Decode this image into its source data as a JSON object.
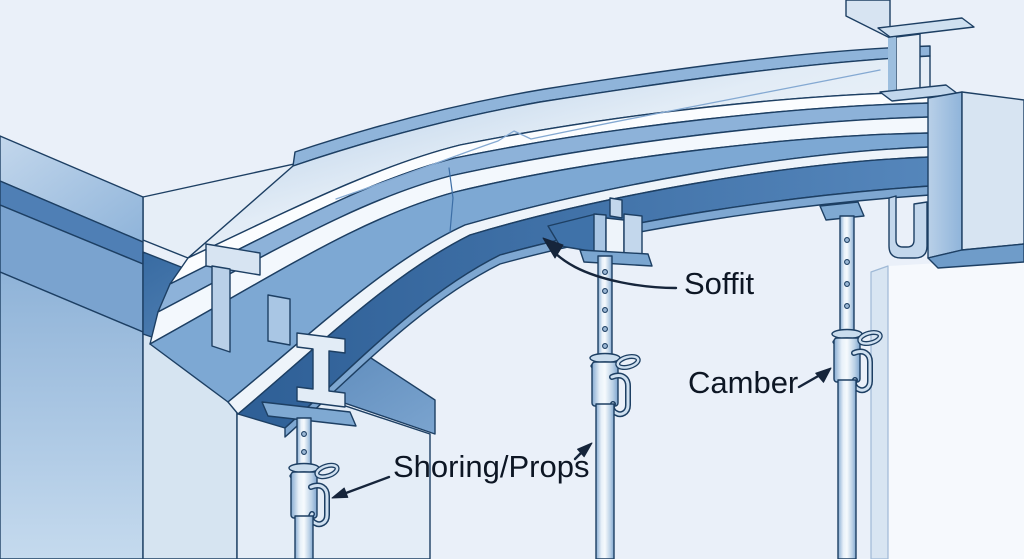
{
  "diagram": {
    "type": "construction-formwork-illustration",
    "labels": {
      "soffit": "Soffit",
      "camber": "Camber",
      "shoring_props": "Shoring/Props"
    },
    "palette": {
      "background": "#eaf0f9",
      "outline": "#1d3f63",
      "arrow": "#16253b",
      "text": "#0d1624",
      "dark_beam": "#2e5f96",
      "medium_blue": "#8fb4da",
      "light_blue_band": "#c6d9ec",
      "white_surface": "#fbfdff",
      "wall_blue": "#9dbedf",
      "prop_steel": "#d9e6f3"
    }
  }
}
